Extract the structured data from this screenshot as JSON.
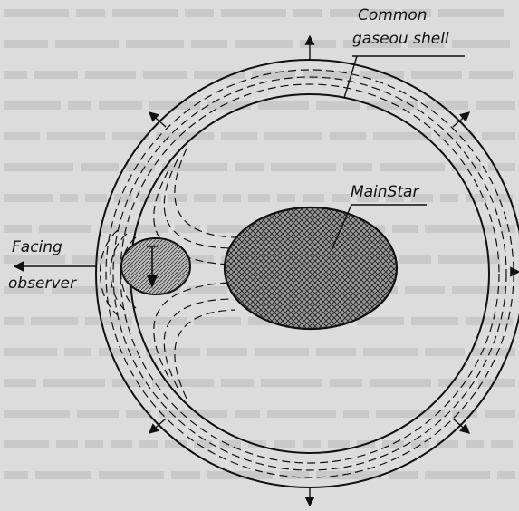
{
  "labels": {
    "shell_line1": "Common",
    "shell_line2": "gaseou shell",
    "main_star": "MainStar",
    "facing_line1": "Facing",
    "facing_line2": "observer"
  },
  "background_text_lines": 16,
  "colors": {
    "page": "#dcdcdc",
    "ink": "#111111",
    "text_ghost": "#c7c7c7"
  }
}
